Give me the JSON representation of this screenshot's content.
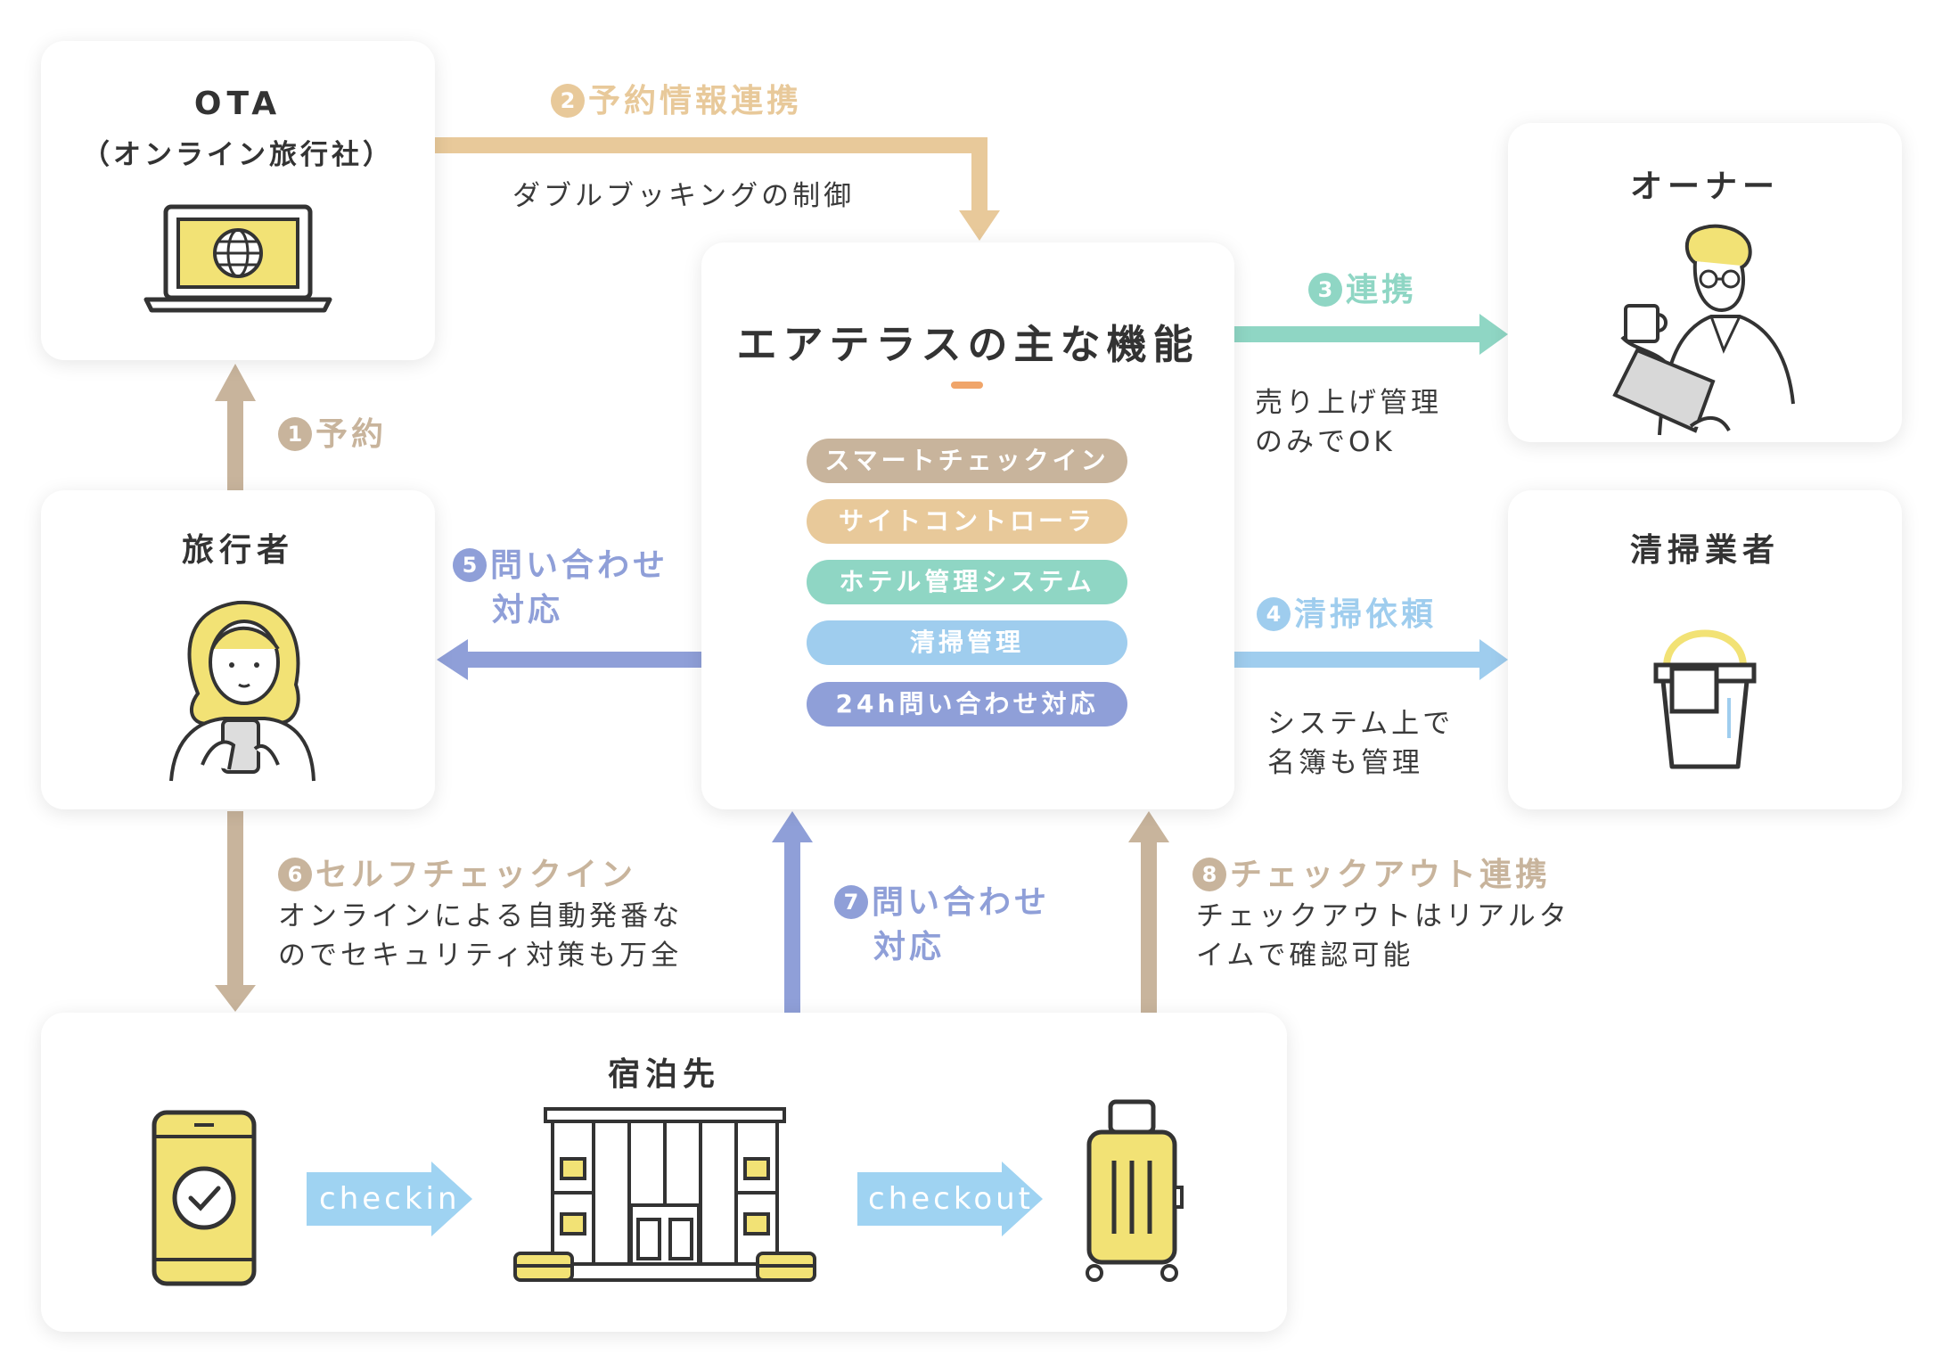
{
  "colors": {
    "reservation_tan": "#c8b49c",
    "linkage_beige": "#e8c99a",
    "linkage_mint": "#8fd6c4",
    "cleaning_blue": "#9fcdee",
    "inquiry_purple": "#8f9fd8",
    "accent_orange": "#f0a56a",
    "icon_yellow": "#f2e275",
    "flow_blue": "#9fd3f2"
  },
  "ota": {
    "title": "OTA",
    "subtitle": "（オンライン旅行社）",
    "icon": "laptop-globe-icon"
  },
  "traveler": {
    "title": "旅行者",
    "icon": "woman-with-phone-illustration"
  },
  "owner": {
    "title": "オーナー",
    "icon": "man-with-coffee-and-tablet-illustration"
  },
  "cleaner": {
    "title": "清掃業者",
    "icon": "bucket-icon"
  },
  "center": {
    "title": "エアテラスの主な機能",
    "features": [
      "スマートチェックイン",
      "サイトコントローラ",
      "ホテル管理システム",
      "清掃管理",
      "24h問い合わせ対応"
    ]
  },
  "lodging": {
    "title": "宿泊先",
    "checkin_label": "checkin",
    "checkout_label": "checkout",
    "icons": [
      "smartphone-check-icon",
      "building-icon",
      "suitcase-icon"
    ]
  },
  "steps": {
    "s1": {
      "num": "1",
      "label": "予約"
    },
    "s2": {
      "num": "2",
      "label": "予約情報連携",
      "note": "ダブルブッキングの制御"
    },
    "s3": {
      "num": "3",
      "label": "連携",
      "note": "売り上げ管理\nのみでOK"
    },
    "s4": {
      "num": "4",
      "label": "清掃依頼",
      "note": "システム上で\n名簿も管理"
    },
    "s5": {
      "num": "5",
      "label": "問い合わせ",
      "label2": "対応"
    },
    "s6": {
      "num": "6",
      "label": "セルフチェックイン",
      "note": "オンラインによる自動発番な\nのでセキュリティ対策も万全"
    },
    "s7": {
      "num": "7",
      "label": "問い合わせ",
      "label2": "対応"
    },
    "s8": {
      "num": "8",
      "label": "チェックアウト連携",
      "note": "チェックアウトはリアルタ\nイムで確認可能"
    }
  }
}
